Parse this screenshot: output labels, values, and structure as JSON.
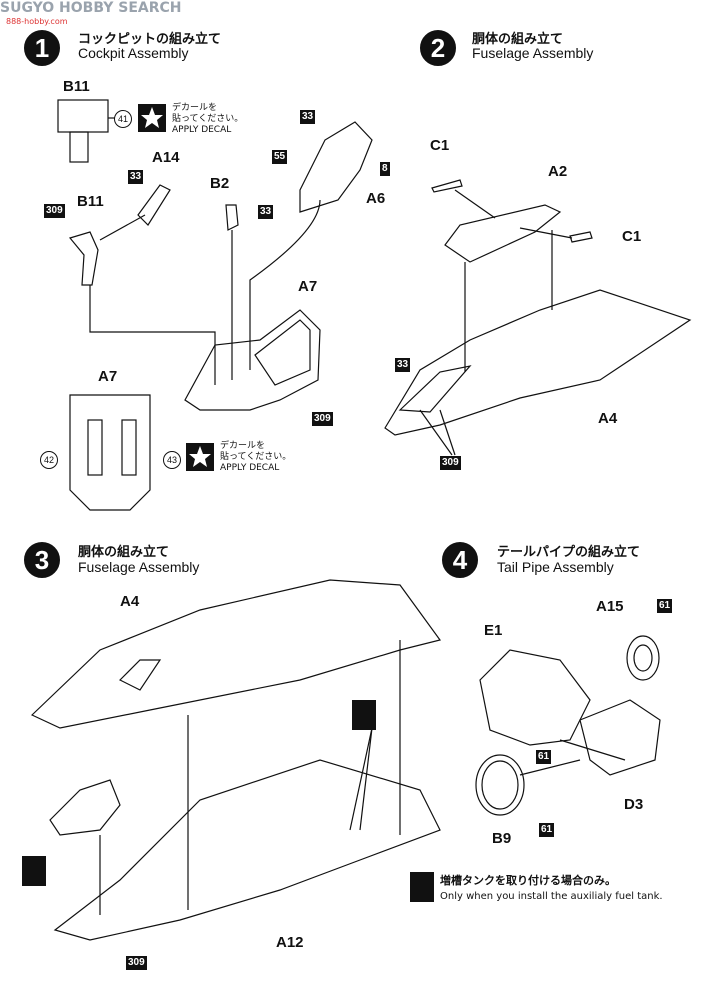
{
  "watermark": {
    "text": "SUGYO HOBBY SEARCH",
    "sub": "888-hobby.com"
  },
  "steps": [
    {
      "number": "1",
      "jp": "コックピットの組み立て",
      "en": "Cockpit Assembly"
    },
    {
      "number": "2",
      "jp": "胴体の組み立て",
      "en": "Fuselage Assembly"
    },
    {
      "number": "3",
      "jp": "胴体の組み立て",
      "en": "Fuselage Assembly"
    },
    {
      "number": "4",
      "jp": "テールパイプの組み立て",
      "en": "Tail Pipe Assembly"
    }
  ],
  "decal_note": {
    "line1": "デカールを",
    "line2": "貼ってください。",
    "line3": "APPLY DECAL"
  },
  "parts": {
    "b11_top": "B11",
    "a14": "A14",
    "b2": "B2",
    "a6": "A6",
    "b11_left": "B11",
    "a7_center": "A7",
    "a7_left": "A7",
    "c1_top": "C1",
    "a2": "A2",
    "c1_right": "C1",
    "a4_step2": "A4",
    "a4_step3": "A4",
    "a12": "A12",
    "a15": "A15",
    "e1": "E1",
    "d3": "D3",
    "b9": "B9"
  },
  "colors": {
    "c33": "33",
    "c55": "55",
    "c8": "8",
    "c309": "309",
    "c61": "61"
  },
  "decals": {
    "d41": "41",
    "d42": "42",
    "d43": "43"
  },
  "fuel_tank_note": {
    "jp": "増槽タンクを取り付ける場合のみ。",
    "en": "Only when you install the auxilialy fuel tank."
  }
}
